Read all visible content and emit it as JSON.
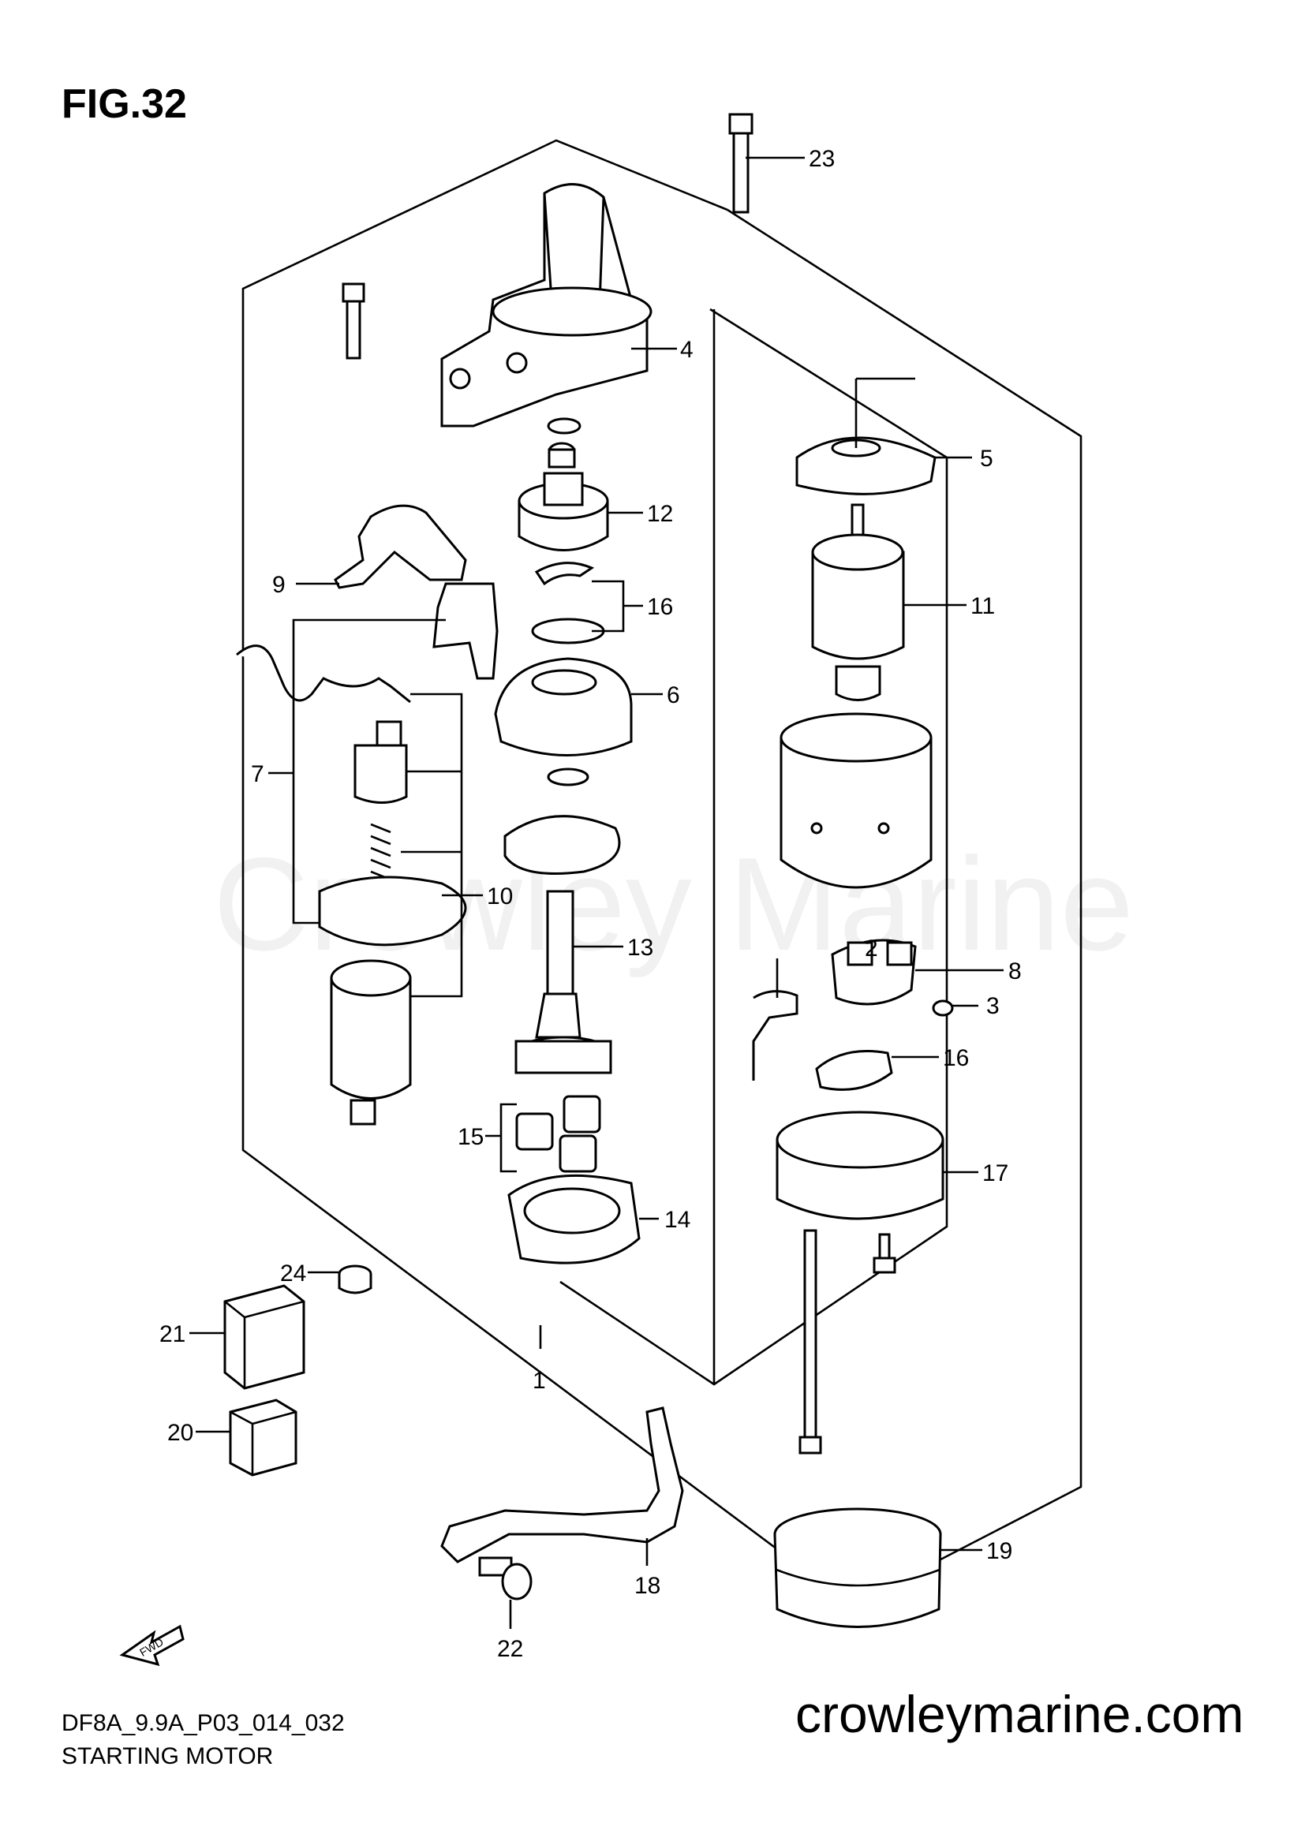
{
  "figure": {
    "title": "FIG.32",
    "code": "DF8A_9.9A_P03_014_032",
    "name": "STARTING MOTOR"
  },
  "branding": {
    "watermark": "Crowley Marine",
    "site": "crowleymarine.com"
  },
  "fwd_label": "FWD",
  "callouts": [
    "1",
    "2",
    "3",
    "4",
    "5",
    "6",
    "7",
    "8",
    "9",
    "10",
    "11",
    "12",
    "13",
    "14",
    "15",
    "16",
    "16",
    "17",
    "18",
    "19",
    "20",
    "21",
    "22",
    "23",
    "24"
  ]
}
